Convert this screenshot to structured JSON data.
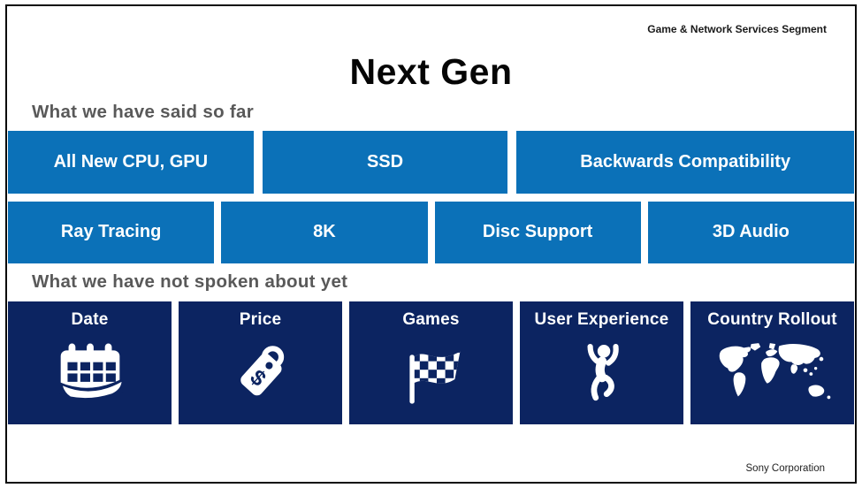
{
  "slide": {
    "segment_label": "Game & Network Services Segment",
    "title": "Next Gen",
    "footer": "Sony Corporation",
    "colors": {
      "box_blue": "#0b71b8",
      "box_navy": "#0c2461",
      "heading_gray": "#595959"
    },
    "section_said": {
      "heading": "What we have said so far",
      "row1": [
        "All New CPU, GPU",
        "SSD",
        "Backwards Compatibility"
      ],
      "row2": [
        "Ray Tracing",
        "8K",
        "Disc Support",
        "3D Audio"
      ]
    },
    "section_not_spoken": {
      "heading": "What we have not spoken about yet",
      "items": [
        {
          "label": "Date",
          "icon": "calendar-icon"
        },
        {
          "label": "Price",
          "icon": "price-tag-icon"
        },
        {
          "label": "Games",
          "icon": "checkered-flag-icon"
        },
        {
          "label": "User Experience",
          "icon": "jumping-person-icon"
        },
        {
          "label": "Country Rollout",
          "icon": "world-map-icon"
        }
      ]
    }
  }
}
